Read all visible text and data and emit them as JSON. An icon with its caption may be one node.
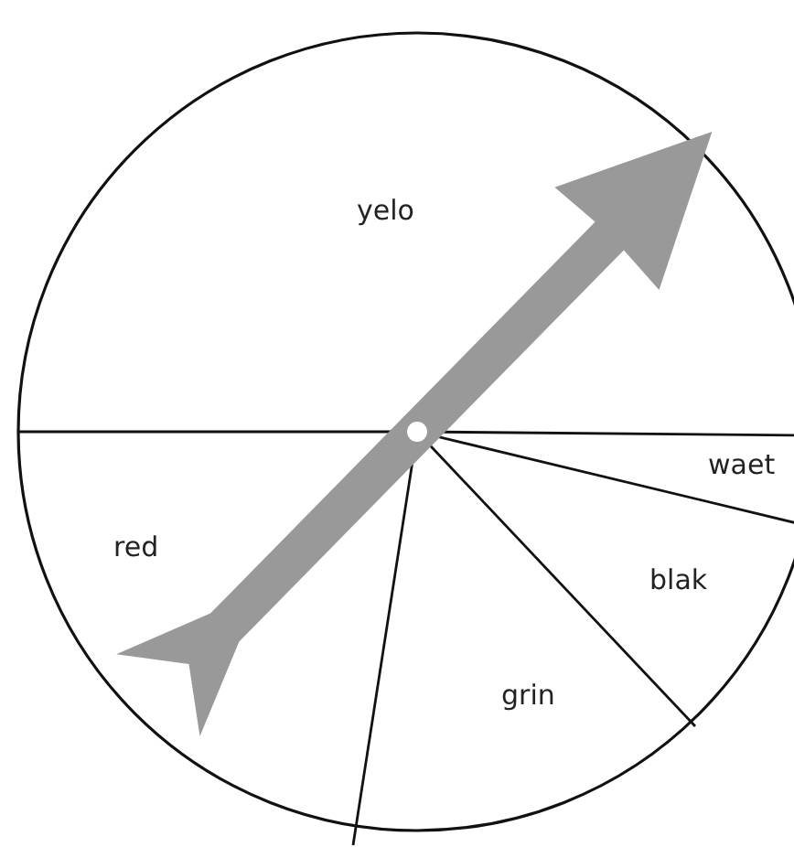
{
  "diagram": {
    "labels": [
      "yelo",
      "waet",
      "red",
      "blak",
      "grin"
    ]
  }
}
